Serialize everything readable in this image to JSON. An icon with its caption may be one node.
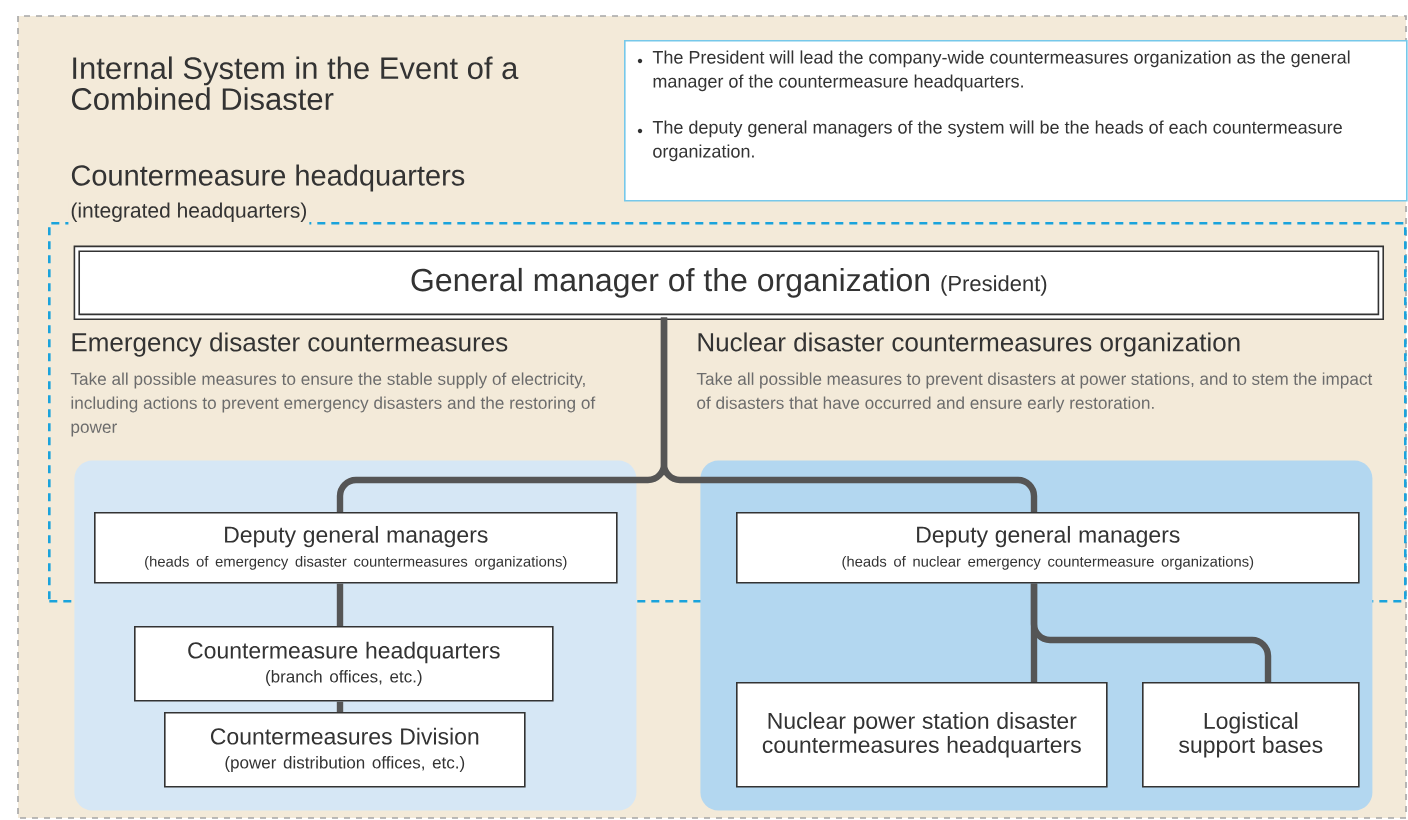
{
  "diagram": {
    "title": "Internal System in the Event of a Combined Disaster",
    "nodes": [
      {
        "text": [
          "The President will lead the company-wide countermeasures organization as the general manager of the countermeasure headquarters.",
          "The deputy general managers of the system will be the heads of each countermeasure organization."
        ]
      },
      {
        "text": [
          "Countermeasure headquarters",
          "(integrated headquarters)"
        ]
      },
      {
        "text": [
          "General manager of the organization",
          "(President)"
        ],
        "in": 1
      },
      {
        "text": [],
        "shape": "box"
      },
      {
        "text": [
          "Deputy general managers",
          "(heads of emergency disaster countermeasures organizations)"
        ]
      },
      {
        "text": [
          "Countermeasure headquarters",
          "(branch offices, etc.)"
        ],
        "in": 3
      },
      {
        "text": [
          "Countermeasures Division",
          "(power distribution offices, etc.)"
        ],
        "in": 3
      },
      {
        "text": [],
        "shape": "box"
      },
      {
        "text": [
          "Deputy general managers",
          "(heads of nuclear emergency countermeasure organizations)"
        ]
      },
      {
        "text": [
          "Nuclear power station disaster countermeasures headquarters"
        ],
        "in": 7
      },
      {
        "text": [
          "Logistical support bases"
        ],
        "in": 7
      }
    ],
    "edges": [
      {
        "from": 2,
        "to": 4,
        "arrow": "none"
      },
      {
        "from": 2,
        "to": 8,
        "arrow": "none"
      },
      {
        "from": 4,
        "to": 5,
        "arrow": "none"
      },
      {
        "from": 5,
        "to": 6,
        "arrow": "none"
      },
      {
        "from": 8,
        "to": 9,
        "arrow": "none"
      },
      {
        "from": 8,
        "to": 10,
        "arrow": "none"
      }
    ],
    "labels": [
      "Emergency disaster countermeasures",
      "Take all possible measures to ensure the stable supply of electricity, including actions to prevent emergency disasters and the restoring of power",
      "Nuclear disaster countermeasures organization",
      "Take all possible measures to prevent disasters at power stations, and to stem the impact of disasters that have occurred and ensure early restoration."
    ]
  }
}
